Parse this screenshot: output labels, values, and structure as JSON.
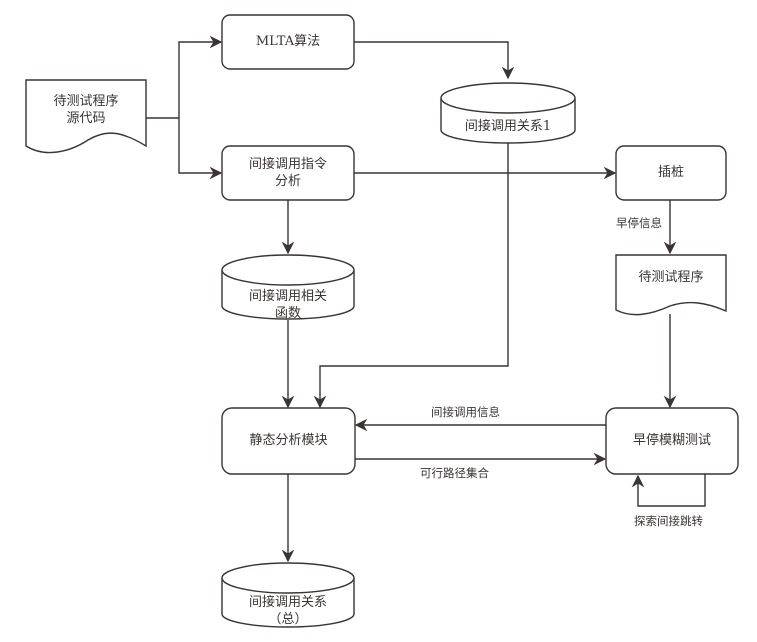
{
  "diagram": {
    "nodes": {
      "source_code": {
        "label": "待测试程序\n源代码",
        "shape": "document"
      },
      "mlta": {
        "label": "MLTA算法",
        "shape": "rounded-rect"
      },
      "icall_analysis": {
        "label": "间接调用指令\n分析",
        "shape": "rounded-rect"
      },
      "icall_rel1": {
        "label": "间接调用关系1",
        "shape": "cylinder"
      },
      "instrument": {
        "label": "插桩",
        "shape": "rounded-rect"
      },
      "target_program": {
        "label": "待测试程序",
        "shape": "document"
      },
      "icall_funcs": {
        "label": "间接调用相关\n函数",
        "shape": "cylinder"
      },
      "static_module": {
        "label": "静态分析模块",
        "shape": "rounded-rect"
      },
      "early_stop_fuzz": {
        "label": "早停模糊测试",
        "shape": "rounded-rect"
      },
      "icall_rel_total": {
        "label": "间接调用关系\n（总）",
        "shape": "cylinder"
      }
    },
    "edge_labels": {
      "early_stop_info": "早停信息",
      "icall_info": "间接调用信息",
      "feasible_paths": "可行路径集合",
      "explore_ijump": "探索间接跳转"
    },
    "edges": [
      {
        "from": "source_code",
        "to": "mlta"
      },
      {
        "from": "source_code",
        "to": "icall_analysis"
      },
      {
        "from": "mlta",
        "to": "icall_rel1"
      },
      {
        "from": "icall_analysis",
        "to": "instrument"
      },
      {
        "from": "icall_analysis",
        "to": "icall_funcs"
      },
      {
        "from": "instrument",
        "to": "target_program",
        "label": "早停信息"
      },
      {
        "from": "icall_funcs",
        "to": "static_module"
      },
      {
        "from": "icall_rel1",
        "to": "static_module"
      },
      {
        "from": "target_program",
        "to": "early_stop_fuzz"
      },
      {
        "from": "early_stop_fuzz",
        "to": "static_module",
        "label": "间接调用信息"
      },
      {
        "from": "static_module",
        "to": "early_stop_fuzz",
        "label": "可行路径集合"
      },
      {
        "from": "early_stop_fuzz",
        "to": "early_stop_fuzz",
        "label": "探索间接跳转"
      },
      {
        "from": "static_module",
        "to": "icall_rel_total"
      }
    ],
    "colors": {
      "stroke": "#3a3432",
      "background": "#ffffff"
    }
  }
}
